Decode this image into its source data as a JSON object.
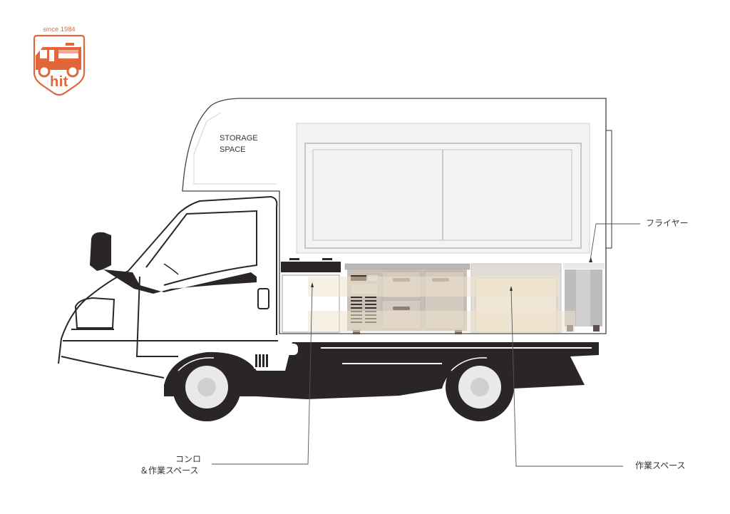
{
  "logo": {
    "since_text": "since 1984",
    "brand_text": "hit",
    "brand_color": "#e2663a",
    "icon": "food-truck-icon"
  },
  "diagram": {
    "subject": "Light food truck side-view layout",
    "storage_label_line1": "STORAGE",
    "storage_label_line2": "SPACE",
    "callouts": {
      "fryer": "フライヤー",
      "stove_line1": "コンロ",
      "stove_line2": "＆作業スペース",
      "workspace": "作業スペース"
    },
    "colors": {
      "outline": "#2b2626",
      "panel": "#f2f3f3",
      "panel_border": "#c9c9c9",
      "counter_highlight": "#efe6d6",
      "steel": "#bdbdbd",
      "leader_line": "#555555"
    }
  }
}
